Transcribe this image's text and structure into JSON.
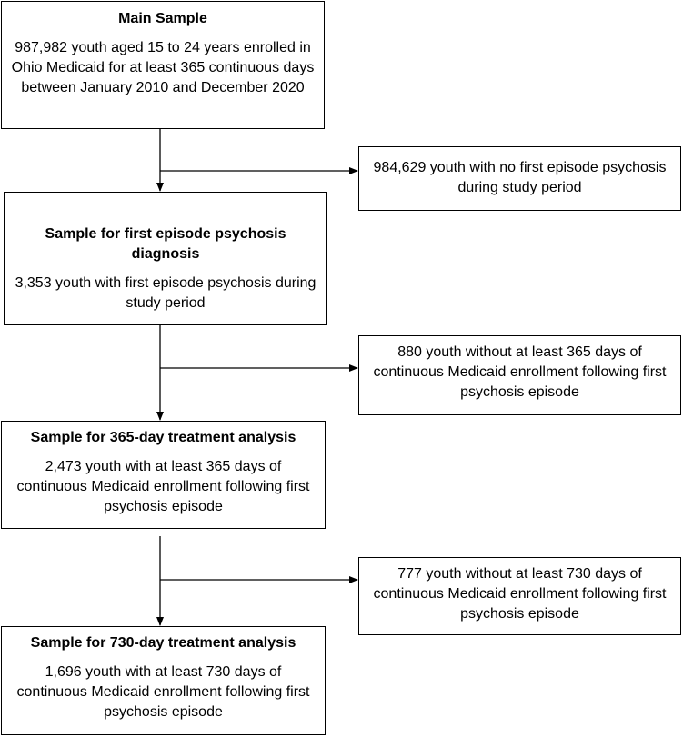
{
  "boxes": {
    "main": {
      "title": "Main Sample",
      "text": "987,982 youth aged 15 to 24 years enrolled in Ohio Medicaid for at least 365 continuous days between January 2010 and December 2020"
    },
    "excl1": {
      "text": "984,629 youth with no first episode psychosis during study period"
    },
    "fep": {
      "title": "Sample for first episode psychosis diagnosis",
      "text": "3,353 youth with first episode psychosis during study period"
    },
    "excl2": {
      "text": "880 youth without at least 365 days of continuous Medicaid enrollment following first psychosis episode"
    },
    "t365": {
      "title": "Sample for 365-day treatment analysis",
      "text": "2,473 youth with at least 365 days of continuous Medicaid enrollment following first psychosis episode"
    },
    "excl3": {
      "text": "777 youth without at least 730 days of continuous Medicaid enrollment following first psychosis episode"
    },
    "t730": {
      "title": "Sample for 730-day treatment analysis",
      "text": "1,696 youth with at least 730 days of continuous Medicaid enrollment following first psychosis episode"
    }
  }
}
